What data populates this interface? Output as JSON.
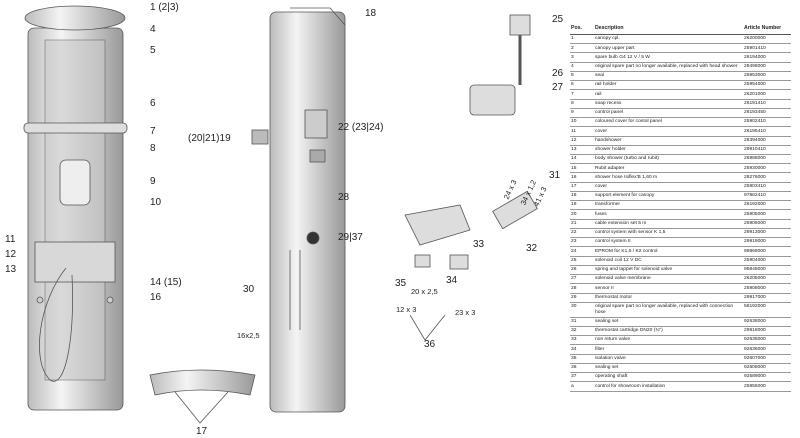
{
  "callouts": {
    "c1": "1 (2|3)",
    "c4": "4",
    "c5": "5",
    "c6": "6",
    "c7": "7",
    "c8": "8",
    "c9": "9",
    "c10": "10",
    "c11": "11",
    "c12": "12",
    "c13": "13",
    "c14": "14 (15)",
    "c16": "16",
    "c17": "17",
    "c18": "18",
    "c19": "(20|21)19",
    "c22": "22 (23|24)",
    "c28": "28",
    "c29": "29|37",
    "c30": "30",
    "hose": "16x2,5",
    "c25": "25",
    "c26": "26",
    "c27": "27",
    "c31": "31",
    "d24": "24 x 3",
    "d34": "34 x 1,2",
    "d41": "41 x 3",
    "c33": "33",
    "c32": "32",
    "c35": "35",
    "d20": "20 x 2,5",
    "c34": "34",
    "d12": "12 x 3",
    "d23": "23 x 3",
    "c36": "36"
  },
  "table": {
    "headers": [
      "Pos.",
      "Description",
      "Article Number"
    ],
    "rows": [
      [
        "1",
        "canopy cpl.",
        "26200000"
      ],
      [
        "2",
        "canopy upper part",
        "25901410"
      ],
      [
        "3",
        "spare bulb G4 12 V / 5 W",
        "26194000"
      ],
      [
        "4",
        "original spare part no longer available, replaced with head shower",
        "28498000"
      ],
      [
        "5",
        "seal",
        "25953000"
      ],
      [
        "6",
        "rail holder",
        "25954000"
      ],
      [
        "7",
        "rail",
        "26201000"
      ],
      [
        "8",
        "soap recess",
        "26191410"
      ],
      [
        "9",
        "control panel",
        "26193450"
      ],
      [
        "10",
        "coloured cover for contol panel",
        "25902410"
      ],
      [
        "11",
        "cover",
        "26195410"
      ],
      [
        "12",
        "handshower",
        "28394000"
      ],
      [
        "13",
        "shower holder",
        "29910410"
      ],
      [
        "14",
        "body shower (turbo and rubit)",
        "26988000"
      ],
      [
        "15",
        "Rubit adapter",
        "25930000"
      ],
      [
        "16",
        "shower hose Isiflex'B 1,60 m",
        "28276000"
      ],
      [
        "17",
        "cover",
        "25903410"
      ],
      [
        "18",
        "support element for canopy",
        "97862410"
      ],
      [
        "19",
        "transformer",
        "26192000"
      ],
      [
        "20",
        "fuses",
        "25905000"
      ],
      [
        "21",
        "cable extension set 5 m",
        "25906000"
      ],
      [
        "22",
        "control system with sensor K 1,5",
        "29913000"
      ],
      [
        "23",
        "control system  II",
        "29919000"
      ],
      [
        "24",
        "EPROM for K1,5 / K2 control",
        "98868000"
      ],
      [
        "25",
        "solenoid coil 12 V DC",
        "25904000"
      ],
      [
        "26",
        "spring and tappet for solenoid valve",
        "95848000"
      ],
      [
        "27",
        "solenoid valve membrane",
        "26205000"
      ],
      [
        "28",
        "sensor II",
        "25908000"
      ],
      [
        "29",
        "thermostat motor",
        "29917000"
      ],
      [
        "30",
        "original spare part no longer available, replaced with connection hose",
        "58192000"
      ],
      [
        "31",
        "sealing set",
        "92638000"
      ],
      [
        "32",
        "thermostat cartridge DN20 (¾\")",
        "29918000"
      ],
      [
        "33",
        "non return valve",
        "92635000"
      ],
      [
        "34",
        "filter",
        "92636000"
      ],
      [
        "35",
        "isolation valve",
        "92607000"
      ],
      [
        "36",
        "sealing set",
        "92608000"
      ],
      [
        "37",
        "operating shaft",
        "92589000"
      ],
      [
        "a",
        "control for showroom installation",
        "25955000"
      ]
    ]
  }
}
